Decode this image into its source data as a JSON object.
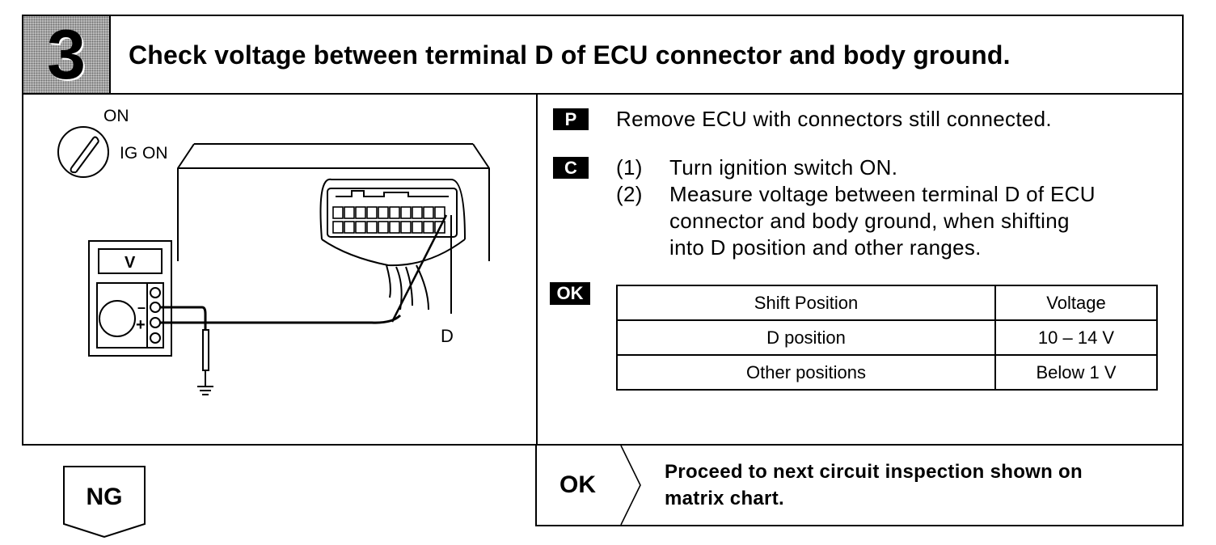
{
  "step": {
    "number": "3",
    "title": "Check voltage between terminal D of ECU connector and body ground."
  },
  "illustration": {
    "switch_on": "ON",
    "switch_ig_on": "IG ON",
    "meter_unit": "V",
    "minus": "–",
    "plus": "+",
    "terminal": "D"
  },
  "instructions": {
    "p_tag": "P",
    "p_text": "Remove ECU with connectors still connected.",
    "c_tag": "C",
    "c_steps": [
      {
        "num": "(1)",
        "text": "Turn ignition switch ON."
      },
      {
        "num": "(2)",
        "lines": [
          "Measure voltage between terminal D of ECU",
          "connector and body ground, when shifting",
          "into D position and other ranges."
        ]
      }
    ],
    "ok_tag": "OK"
  },
  "spec_table": {
    "headers": [
      "Shift Position",
      "Voltage"
    ],
    "rows": [
      [
        "D position",
        "10 – 14 V"
      ],
      [
        "Other positions",
        "Below 1 V"
      ]
    ]
  },
  "ng": {
    "label": "NG"
  },
  "ok_result": {
    "label": "OK",
    "lines": [
      "Proceed to next circuit inspection shown on",
      "matrix chart."
    ]
  }
}
